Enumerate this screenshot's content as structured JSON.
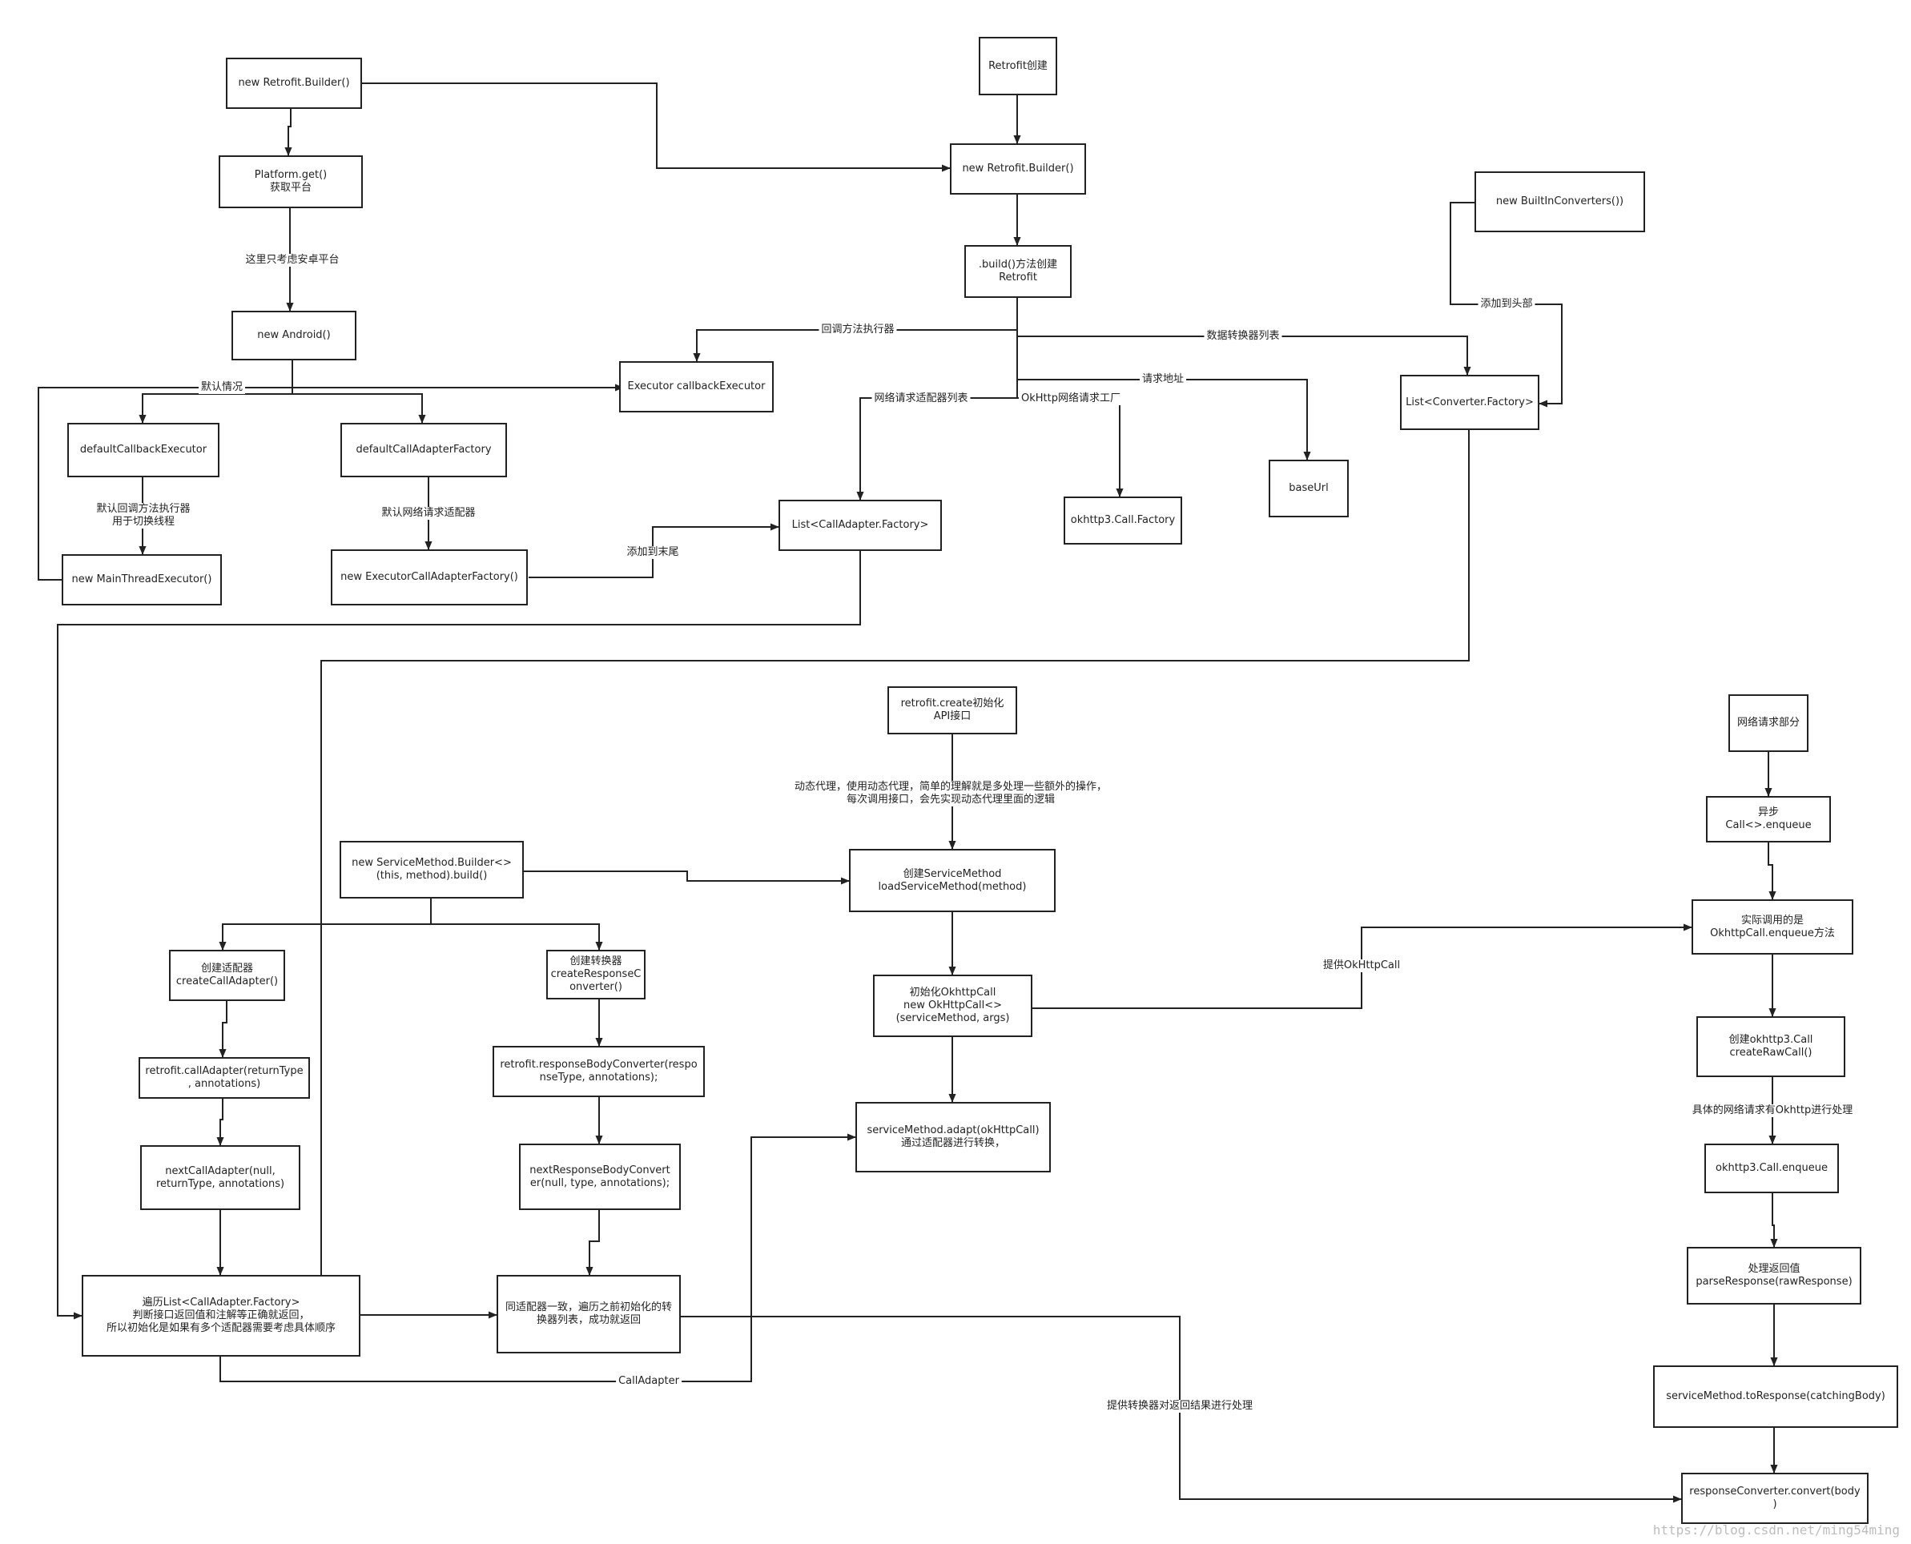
{
  "nodes": {
    "n1": "new Retrofit.Builder()",
    "n2": "Platform.get()\n获取平台",
    "n3": "new Android()",
    "n4": "defaultCallbackExecutor",
    "n5": "defaultCallAdapterFactory",
    "n6": "new MainThreadExecutor()",
    "n7": "new ExecutorCallAdapterFactory()",
    "n8": "Retrofit创建",
    "n9": "new Retrofit.Builder()",
    "n10": ".build()方法创建\nRetrofit",
    "n11": "Executor callbackExecutor",
    "n12": "List<CallAdapter.Factory>",
    "n13": "okhttp3.Call.Factory",
    "n14": "baseUrl",
    "n15": "new BuiltInConverters())",
    "n16": "List<Converter.Factory>",
    "n17": "retrofit.create初始化\nAPI接口",
    "n18": "创建ServiceMethod\nloadServiceMethod(method)",
    "n19": "new ServiceMethod.Builder<>\n(this, method).build()",
    "n20": "创建适配器\ncreateCallAdapter()",
    "n21": "retrofit.callAdapter(returnType\n, annotations)",
    "n22": "nextCallAdapter(null,\nreturnType, annotations)",
    "n23": "遍历List<CallAdapter.Factory>\n判断接口返回值和注解等正确就返回，\n所以初始化是如果有多个适配器需要考虑具体顺序",
    "n24": "创建转换器\ncreateResponseC\nonverter()",
    "n25": "retrofit.responseBodyConverter(respo\nnseType, annotations);",
    "n26": "nextResponseBodyConvert\ner(null, type, annotations);",
    "n27": "同适配器一致，遍历之前初始化的转\n换器列表，成功就返回",
    "n28": "初始化OkhttpCall\nnew OkHttpCall<>\n(serviceMethod, args)",
    "n29": "serviceMethod.adapt(okHttpCall)\n通过适配器进行转换，",
    "n30": "网络请求部分",
    "n31": "异步\nCall<>.enqueue",
    "n32": "实际调用的是\nOkhttpCall.enqueue方法",
    "n33": "创建okhttp3.Call\ncreateRawCall()",
    "n34": "okhttp3.Call.enqueue",
    "n35": "处理返回值\nparseResponse(rawResponse)",
    "n36": "serviceMethod.toResponse(catchingBody)",
    "n37": "responseConverter.convert(body\n)"
  },
  "edge_labels": {
    "only_android": "这里只考虑安卓平台",
    "default_case": "默认情况",
    "default_callback_executor": "默认回调方法执行器\n用于切换线程",
    "default_call_adapter": "默认网络请求适配器",
    "append_to_end": "添加到末尾",
    "callback_executor": "回调方法执行器",
    "converter_list": "数据转换器列表",
    "request_url": "请求地址",
    "call_adapter_list": "网络请求适配器列表",
    "okhttp_factory": "OkHttp网络请求工厂",
    "add_to_head": "添加到头部",
    "dynamic_proxy": "动态代理，使用动态代理，简单的理解就是多处理一些额外的操作，\n每次调用接口，会先实现动态代理里面的逻辑",
    "provide_okhttpcall": "提供OkHttpCall",
    "call_adapter": "CallAdapter",
    "provide_converter": "提供转换器对返回结果进行处理",
    "okhttp_handles": "具体的网络请求有Okhttp进行处理"
  },
  "watermark": "https://blog.csdn.net/ming54ming",
  "colors": {
    "line": "#222222",
    "box_border": "#222222",
    "background": "#ffffff"
  }
}
